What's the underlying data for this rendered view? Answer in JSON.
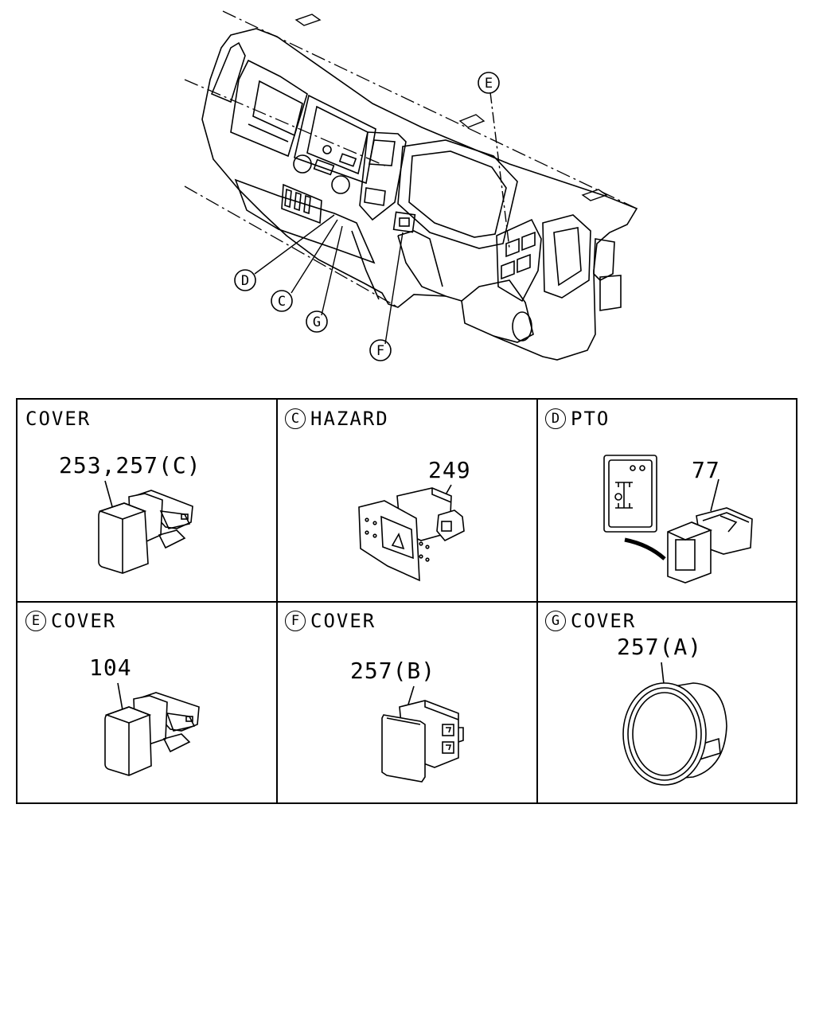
{
  "callouts": [
    "E",
    "D",
    "C",
    "G",
    "F"
  ],
  "cells": [
    {
      "letter": "",
      "title": "COVER",
      "part": "253,257(C)"
    },
    {
      "letter": "C",
      "title": "HAZARD",
      "part": "249"
    },
    {
      "letter": "D",
      "title": "PTO",
      "part": "77"
    },
    {
      "letter": "E",
      "title": "COVER",
      "part": "104"
    },
    {
      "letter": "F",
      "title": "COVER",
      "part": "257(B)"
    },
    {
      "letter": "G",
      "title": "COVER",
      "part": "257(A)"
    }
  ]
}
